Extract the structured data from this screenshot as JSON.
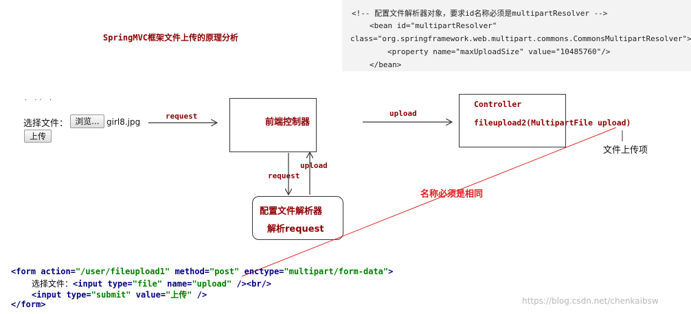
{
  "title": "SpringMVC框架文件上传的原理分析",
  "xml_config": {
    "comment": "<!-- 配置文件解析器对象，要求id名称必须是multipartResolver -->",
    "bean_open": "<bean id=\"multipartResolver\"",
    "bean_class": "class=\"org.springframework.web.multipart.commons.CommonsMultipartResolver\">",
    "property": "<property name=\"maxUploadSize\" value=\"10485760\"/>",
    "bean_close": "</bean>"
  },
  "form_preview": {
    "dots": ". .. .",
    "choose_label": "选择文件：",
    "browse_button": "浏览...",
    "file_name": "girl8.jpg",
    "upload_button": "上传"
  },
  "diagram": {
    "arrow_request_label": "request",
    "front_controller": "前端控制器",
    "arrow_upload_label": "upload",
    "controller_title": "Controller",
    "controller_method": "fileupload2(MultipartFile upload)",
    "down_request_label": "request",
    "up_upload_label": "upload",
    "resolver_title": "配置文件解析器",
    "resolver_subtitle": "解析request",
    "file_item_label": "文件上传项",
    "same_name_note": "名称必须是相同"
  },
  "code_snippet": {
    "line1": {
      "t1": "<form ",
      "a1": "action=",
      "v1": "\"/user/fileupload1\"",
      "a2": " method=",
      "v2": "\"post\"",
      "a3": " enctype=",
      "v3": "\"multipart/form-data\"",
      "t2": ">"
    },
    "line2": {
      "text": "选择文件：",
      "t1": "<input ",
      "a1": "type=",
      "v1": "\"file\"",
      "a2": " name=",
      "v2": "\"upload\"",
      "t2": " /><br/>"
    },
    "line3": {
      "t1": "<input ",
      "a1": "type=",
      "v1": "\"submit\"",
      "a2": " value=",
      "v2": "\"上传\"",
      "t2": " />"
    },
    "line4": "</form>"
  },
  "watermark": "https://blog.csdn.net/chenkaibsw",
  "colors": {
    "label_red": "#8b0000",
    "annotation_red": "#e02020",
    "code_tag_blue": "#000080",
    "code_value_green": "#008000"
  }
}
